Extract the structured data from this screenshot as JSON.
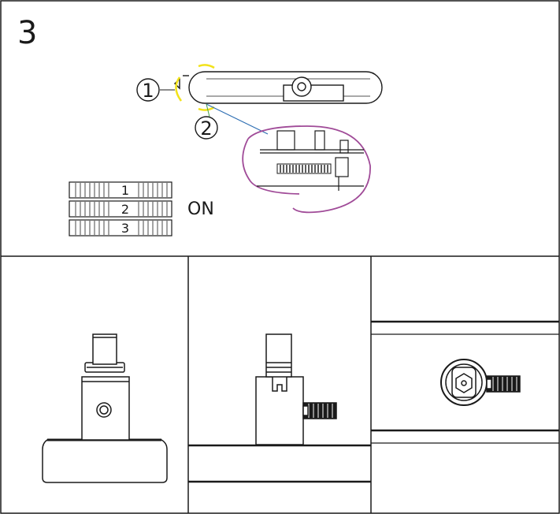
{
  "step_number": "3",
  "callout_1": "1",
  "callout_2": "2",
  "state_label": "ON",
  "switches": [
    "1",
    "2",
    "3"
  ],
  "colors": {
    "line": "#1a1a1a",
    "highlight_yellow": "#f2e21a",
    "magnifier_purple": "#a04b98",
    "leader_blue": "#2f6fb3",
    "leader_green": "#4aa04a"
  }
}
